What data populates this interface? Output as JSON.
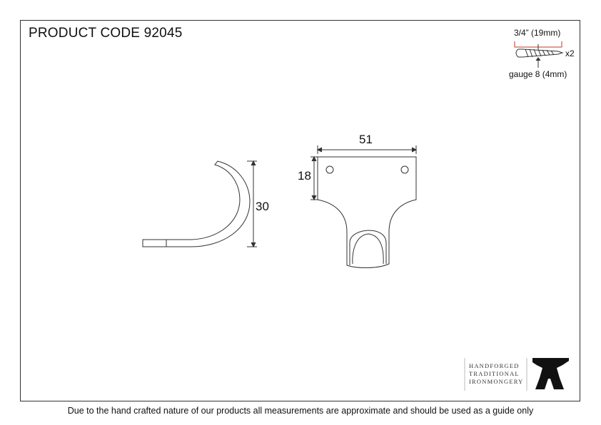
{
  "title": "PRODUCT CODE 92045",
  "screw": {
    "length": "3/4” (19mm)",
    "quantity": "x2",
    "gauge": "gauge 8 (4mm)"
  },
  "dimensions": {
    "width": "51",
    "plate_height": "18",
    "hook_height": "30"
  },
  "logo": {
    "line1": "HANDFORGED",
    "line2": "TRADITIONAL",
    "line3": "IRONMONGERY",
    "mark": "anvil-icon"
  },
  "footer": "Due to the hand crafted nature of our products all measurements are approximate and should be used as a guide only",
  "colors": {
    "line": "#333333",
    "accent": "#c0392b"
  }
}
